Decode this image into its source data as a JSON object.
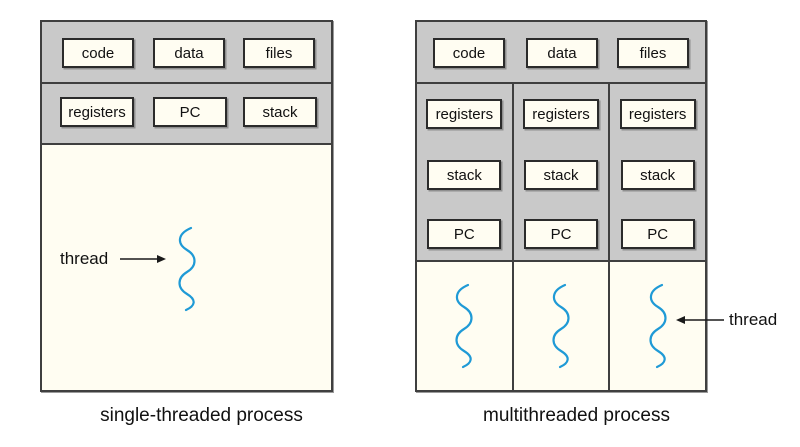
{
  "diagram": {
    "left": {
      "caption": "single-threaded process",
      "shared_blocks": [
        "code",
        "data",
        "files"
      ],
      "thread_blocks": [
        "registers",
        "PC",
        "stack"
      ],
      "thread_label": "thread"
    },
    "right": {
      "caption": "multithreaded process",
      "shared_blocks": [
        "code",
        "data",
        "files"
      ],
      "per_thread_blocks": [
        "registers",
        "stack",
        "PC"
      ],
      "thread_count": 3,
      "thread_label": "thread"
    },
    "colors": {
      "section_gray": "#c9c9c9",
      "panel_ivory": "#fffdf2",
      "thread_blue": "#1f9ad6",
      "line_dark": "#3f3f3f"
    }
  }
}
